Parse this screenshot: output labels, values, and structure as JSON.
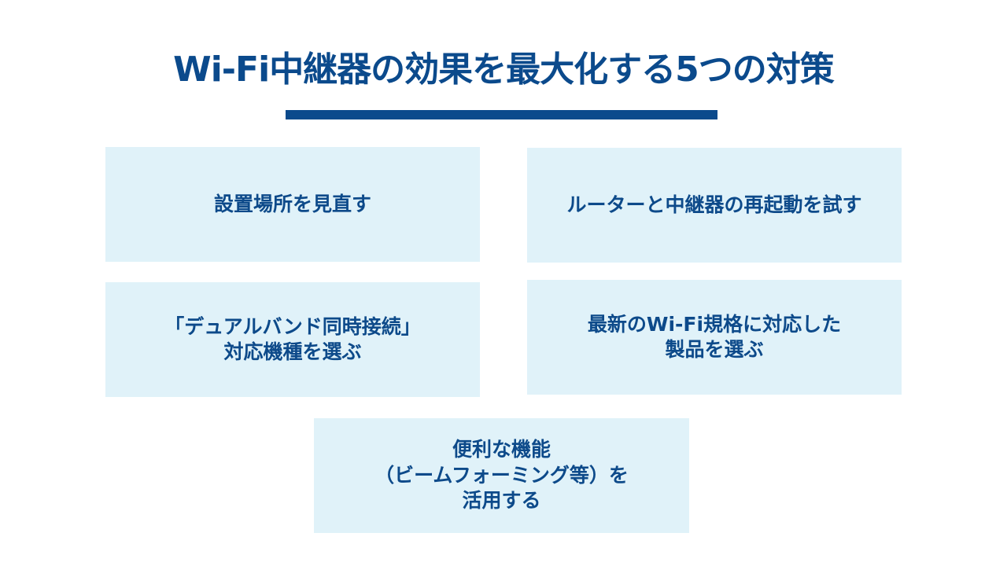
{
  "title": "Wi-Fi中継器の効果を最大化する5つの対策",
  "items": [
    "設置場所を見直す",
    "ルーターと中継器の再起動を試す",
    "「デュアルバンド同時接続」\n対応機種を選ぶ",
    "最新のWi-Fi規格に対応した\n製品を選ぶ",
    "便利な機能\n（ビームフォーミング等）を\n活用する"
  ],
  "colors": {
    "accent": "#0b4a8c",
    "box": "#e0f2f9"
  }
}
